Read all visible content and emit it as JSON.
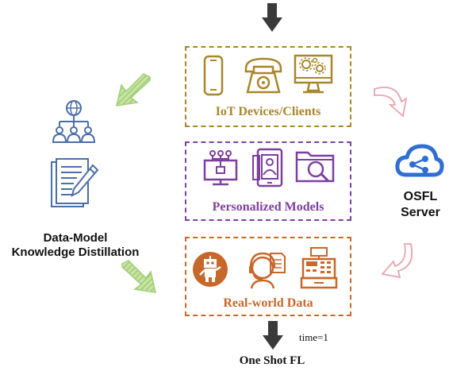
{
  "boxes": {
    "iot": {
      "label": "IoT Devices/Clients",
      "color": "#a8862a"
    },
    "personalized": {
      "label": "Personalized Models",
      "color": "#7d3fa0"
    },
    "realworld": {
      "label": "Real-world Data",
      "color": "#c8672a"
    }
  },
  "server": {
    "line1": "OSFL",
    "line2": "Server",
    "color": "#2e6fd1"
  },
  "distillation": {
    "line1": "Data-Model",
    "line2": "Knowledge Distillation"
  },
  "footer": {
    "time": "time=1",
    "title": "One Shot FL"
  },
  "icons": [
    "smartphone-icon",
    "telephone-icon",
    "computer-gears-icon",
    "monitor-network-icon",
    "tablet-user-icon",
    "folder-search-icon",
    "robot-icon",
    "headset-agent-icon",
    "cash-register-icon",
    "org-chart-globe-icon",
    "document-edit-icon",
    "cloud-share-icon"
  ]
}
